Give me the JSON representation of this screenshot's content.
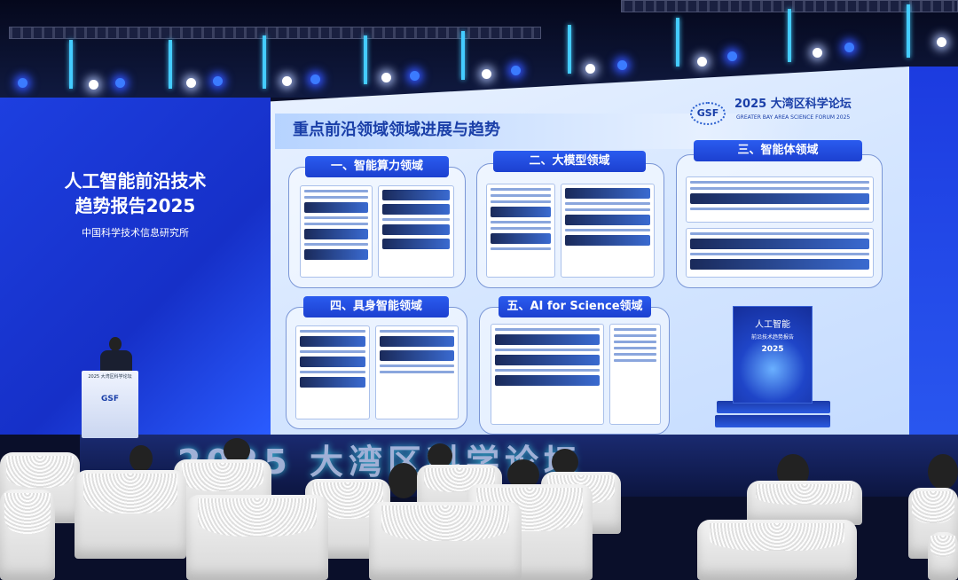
{
  "left_screen": {
    "title_line1": "人工智能前沿技术",
    "title_line2": "趋势报告2025",
    "org": "中国科学技术信息研究所"
  },
  "slide": {
    "title": "重点前沿领域领域进展与趋势",
    "logo": "GSF",
    "forum_cn": "2025 大湾区科学论坛",
    "forum_en": "GREATER BAY AREA SCIENCE FORUM 2025",
    "sections": [
      {
        "label": "一、智能算力领域"
      },
      {
        "label": "二、大模型领域"
      },
      {
        "label": "三、智能体领域"
      },
      {
        "label": "四、具身智能领域"
      },
      {
        "label": "五、AI for Science领域"
      }
    ],
    "book": {
      "line1": "人工智能",
      "line2": "前沿技术趋势报告",
      "year": "2025"
    }
  },
  "podium": {
    "sign": "2025 大湾区科学论坛",
    "logo": "GSF"
  },
  "stage_sign": "2025 大湾区科学论坛",
  "colors": {
    "screen_blue": "#1d3fe0",
    "slide_title": "#1a3fa8",
    "pill_blue": "#2a5bef"
  }
}
